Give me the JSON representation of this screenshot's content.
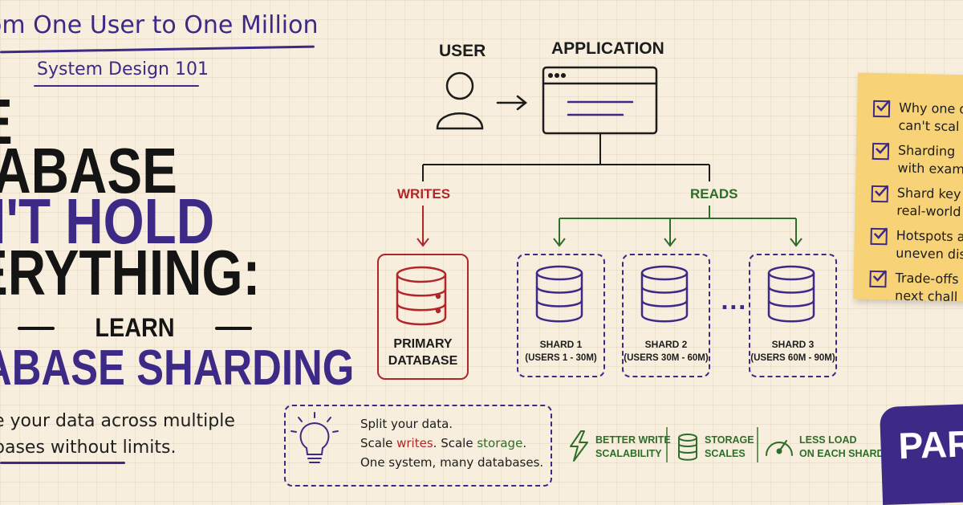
{
  "title": "om One User to One Million",
  "series": "System Design 101",
  "headline": {
    "line1": "E",
    "line2": "TABASE",
    "line3": "N'T HOLD",
    "line4": "ERYTHING:",
    "learn": "LEARN",
    "line5": "ABASE SHARDING"
  },
  "tagline": {
    "line1": "e your data across multiple",
    "line2": "bases without limits."
  },
  "diagram": {
    "user_label": "USER",
    "app_label": "APPLICATION",
    "writes_label": "WRITES",
    "reads_label": "READS",
    "primary": {
      "line1": "PRIMARY",
      "line2": "DATABASE"
    },
    "shards": [
      {
        "name": "SHARD 1",
        "range": "(USERS 1 - 30M)"
      },
      {
        "name": "SHARD 2",
        "range": "(USERS 30M - 60M)"
      },
      {
        "name": "SHARD 3",
        "range": "(USERS 60M - 90M)"
      }
    ],
    "ellipsis": "...",
    "colors": {
      "writes": "#b0262a",
      "reads": "#2c6e2a",
      "accent": "#3d2a86"
    }
  },
  "info_box": {
    "line1": "Split your data.",
    "line2_a": "Scale ",
    "line2_writes": "writes",
    "line2_b": ". Scale ",
    "line2_storage": "storage",
    "line2_c": ".",
    "line3": "One system, many databases."
  },
  "benefits": [
    {
      "icon": "lightning-icon",
      "line1": "BETTER WRITE",
      "line2": "SCALABILITY"
    },
    {
      "icon": "database-icon",
      "line1": "STORAGE",
      "line2": "SCALES"
    },
    {
      "icon": "gauge-icon",
      "line1": "LESS LOAD",
      "line2": "ON EACH SHARD"
    }
  ],
  "checklist": [
    {
      "line1": "Why one d",
      "line2": "can't scal"
    },
    {
      "line1": "Sharding",
      "line2": "with exam"
    },
    {
      "line1": "Shard key",
      "line2": "real-world"
    },
    {
      "line1": "Hotspots a",
      "line2": "uneven dis"
    },
    {
      "line1": "Trade-offs",
      "line2": "next chall"
    }
  ],
  "part_label": "PAR"
}
